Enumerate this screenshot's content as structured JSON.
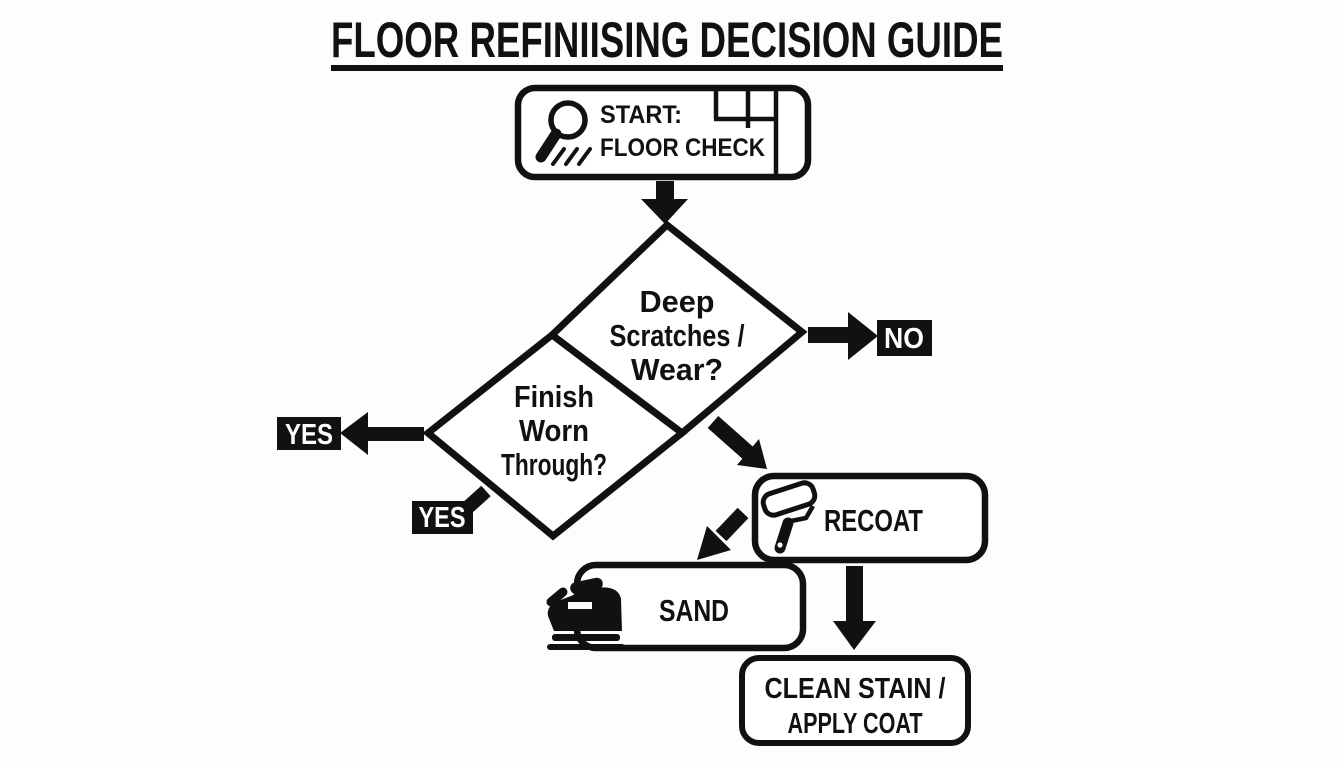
{
  "title": "FLOOR REFINIISING DECISION GUIDE",
  "start": {
    "line1": "START:",
    "line2": "FLOOR CHECK",
    "icon": "magnifier-icon",
    "decoration": "floorboard-grid-icon"
  },
  "decisions": {
    "deep": {
      "lines": [
        "Deep",
        "Scratches /",
        "Wear?"
      ]
    },
    "finish": {
      "lines": [
        "Finish",
        "Worn",
        "Through?"
      ]
    }
  },
  "labels": {
    "no": "NO",
    "yes_left": "YES",
    "yes_bottom": "YES"
  },
  "actions": {
    "recoat": {
      "label": "RECOAT",
      "icon": "paint-roller-icon"
    },
    "sand": {
      "label": "SAND",
      "icon": "sander-icon"
    },
    "clean": {
      "lines": [
        "CLEAN STAIN /",
        "APPLY COAT"
      ]
    }
  },
  "colors": {
    "ink": "#111111",
    "paper": "#fdfdfd"
  }
}
